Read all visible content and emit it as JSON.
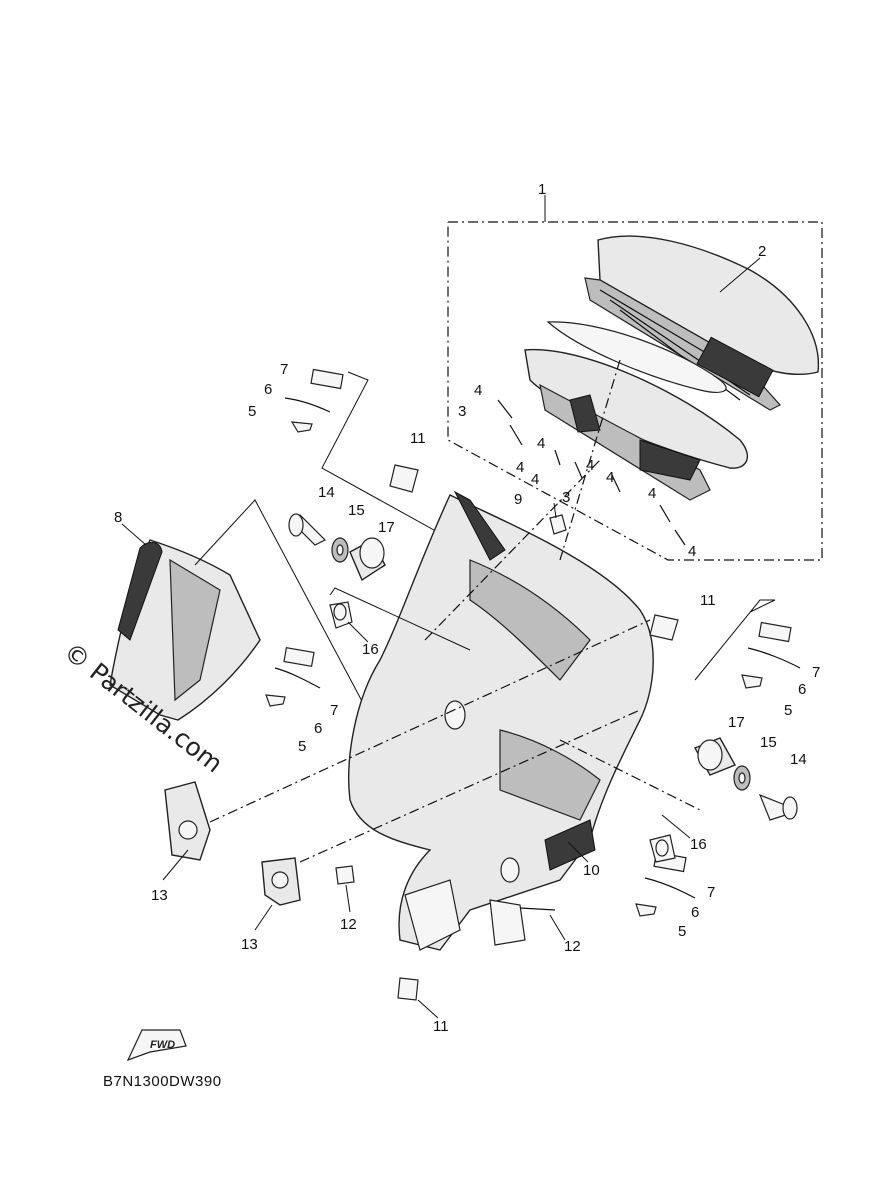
{
  "diagram_code": "B7N1300DW390",
  "watermark": "© Partzilla.com",
  "direction_label": "FWD",
  "callouts": [
    {
      "id": "c1",
      "label": "1"
    },
    {
      "id": "c2",
      "label": "2"
    },
    {
      "id": "c3a",
      "label": "3"
    },
    {
      "id": "c3b",
      "label": "3"
    },
    {
      "id": "c4a",
      "label": "4"
    },
    {
      "id": "c4b",
      "label": "4"
    },
    {
      "id": "c4c",
      "label": "4"
    },
    {
      "id": "c4d",
      "label": "4"
    },
    {
      "id": "c4e",
      "label": "4"
    },
    {
      "id": "c4f",
      "label": "4"
    },
    {
      "id": "c4g",
      "label": "4"
    },
    {
      "id": "c4h",
      "label": "4"
    },
    {
      "id": "c5a",
      "label": "5"
    },
    {
      "id": "c5b",
      "label": "5"
    },
    {
      "id": "c5c",
      "label": "5"
    },
    {
      "id": "c5d",
      "label": "5"
    },
    {
      "id": "c6a",
      "label": "6"
    },
    {
      "id": "c6b",
      "label": "6"
    },
    {
      "id": "c6c",
      "label": "6"
    },
    {
      "id": "c6d",
      "label": "6"
    },
    {
      "id": "c7a",
      "label": "7"
    },
    {
      "id": "c7b",
      "label": "7"
    },
    {
      "id": "c7c",
      "label": "7"
    },
    {
      "id": "c7d",
      "label": "7"
    },
    {
      "id": "c8",
      "label": "8"
    },
    {
      "id": "c9",
      "label": "9"
    },
    {
      "id": "c10",
      "label": "10"
    },
    {
      "id": "c11a",
      "label": "11"
    },
    {
      "id": "c11b",
      "label": "11"
    },
    {
      "id": "c11c",
      "label": "11"
    },
    {
      "id": "c12a",
      "label": "12"
    },
    {
      "id": "c12b",
      "label": "12"
    },
    {
      "id": "c13a",
      "label": "13"
    },
    {
      "id": "c13b",
      "label": "13"
    },
    {
      "id": "c14a",
      "label": "14"
    },
    {
      "id": "c14b",
      "label": "14"
    },
    {
      "id": "c15a",
      "label": "15"
    },
    {
      "id": "c15b",
      "label": "15"
    },
    {
      "id": "c16a",
      "label": "16"
    },
    {
      "id": "c16b",
      "label": "16"
    },
    {
      "id": "c17a",
      "label": "17"
    },
    {
      "id": "c17b",
      "label": "17"
    }
  ]
}
